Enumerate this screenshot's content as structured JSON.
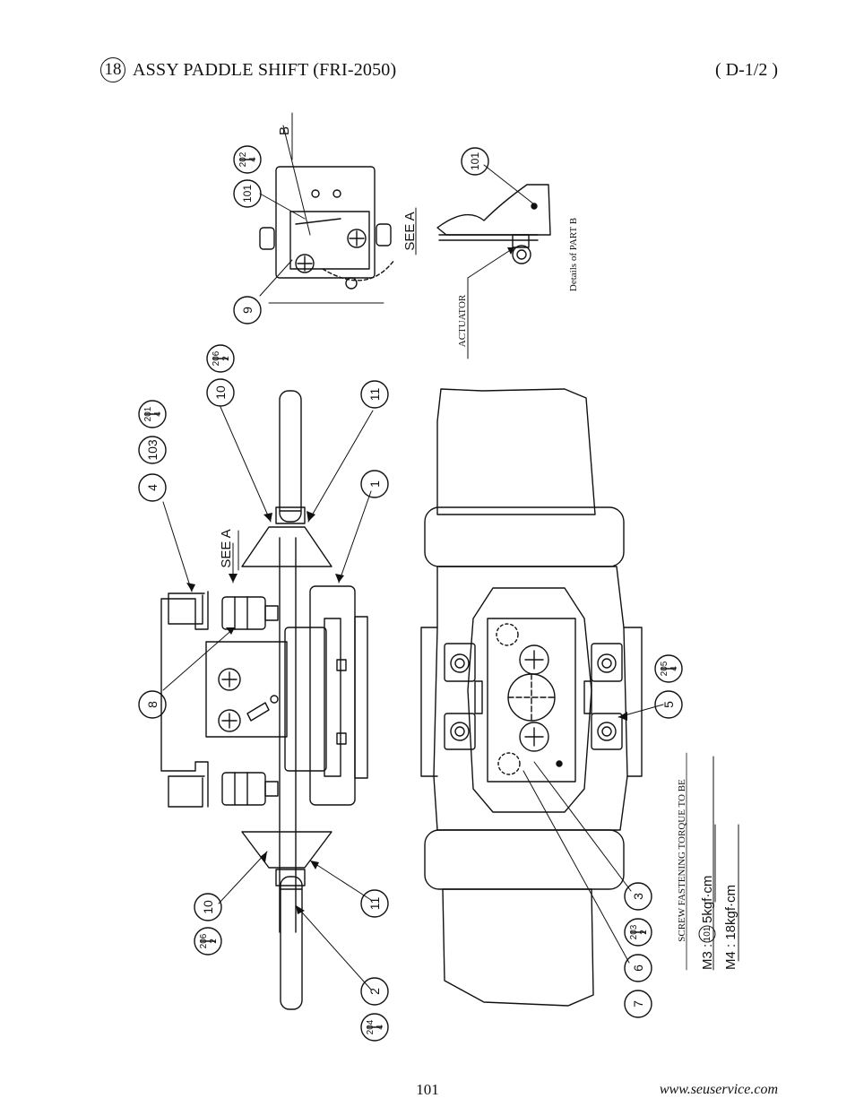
{
  "header": {
    "section_number": "18",
    "title": "ASSY PADDLE SHIFT (FRI-2050)",
    "code": "( D-1/2 )"
  },
  "labels": {
    "see_a": "SEE  A",
    "b": "B",
    "actuator": "ACTUATOR",
    "details_of_part_b": "Details of PART B",
    "torque_title": "SCREW FASTENING TORQUE TO BE",
    "torque_m3_prefix": "M3 :",
    "torque_m3_ref": "101",
    "torque_m3_value": "5kgf·cm",
    "torque_m4": "M4 : 18kgf·cm"
  },
  "callouts": [
    {
      "id": "c-4",
      "num": "4"
    },
    {
      "id": "c-103",
      "num": "103"
    },
    {
      "id": "c-201",
      "num": "201",
      "qty": "4"
    },
    {
      "id": "c-10-top",
      "num": "10"
    },
    {
      "id": "c-206-top",
      "num": "206",
      "qty": "2"
    },
    {
      "id": "c-11-top",
      "num": "11"
    },
    {
      "id": "c-1",
      "num": "1"
    },
    {
      "id": "c-8",
      "num": "8"
    },
    {
      "id": "c-5",
      "num": "5"
    },
    {
      "id": "c-205",
      "num": "205",
      "qty": "4"
    },
    {
      "id": "c-10-bot",
      "num": "10"
    },
    {
      "id": "c-206-bot",
      "num": "206",
      "qty": "2"
    },
    {
      "id": "c-11-bot",
      "num": "11"
    },
    {
      "id": "c-2",
      "num": "2"
    },
    {
      "id": "c-204",
      "num": "204",
      "qty": "4"
    },
    {
      "id": "c-3",
      "num": "3"
    },
    {
      "id": "c-6",
      "num": "6"
    },
    {
      "id": "c-203",
      "num": "203",
      "qty": "2"
    },
    {
      "id": "c-7",
      "num": "7"
    },
    {
      "id": "c-9",
      "num": "9"
    },
    {
      "id": "c-101-see",
      "num": "101"
    },
    {
      "id": "c-202",
      "num": "202",
      "qty": "4"
    },
    {
      "id": "c-101-det",
      "num": "101"
    }
  ],
  "footer": {
    "page_number": "101",
    "website": "www.seuservice.com"
  }
}
